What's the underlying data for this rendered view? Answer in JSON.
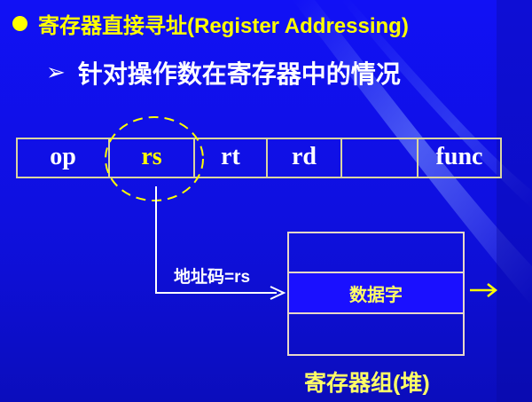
{
  "slide": {
    "title": "寄存器直接寻址(Register Addressing)",
    "subtitle": "针对操作数在寄存器中的情况",
    "bullet_icon": "filled-circle",
    "sub_bullet_icon": "arrowhead-right",
    "colors": {
      "background": "#1111f5",
      "title": "#ffff00",
      "text": "#ffffff",
      "highlight": "#ffff00",
      "border": "#d9d4a0"
    }
  },
  "instruction_format": {
    "fields": [
      {
        "label": "op",
        "highlight": false
      },
      {
        "label": "rs",
        "highlight": true
      },
      {
        "label": "rt",
        "highlight": false
      },
      {
        "label": "rd",
        "highlight": false
      },
      {
        "label": "",
        "highlight": false
      },
      {
        "label": "func",
        "highlight": false
      }
    ]
  },
  "address_label": "地址码=rs",
  "register_file": {
    "selected_cell": "数据字",
    "caption": "寄存器组(堆)"
  }
}
